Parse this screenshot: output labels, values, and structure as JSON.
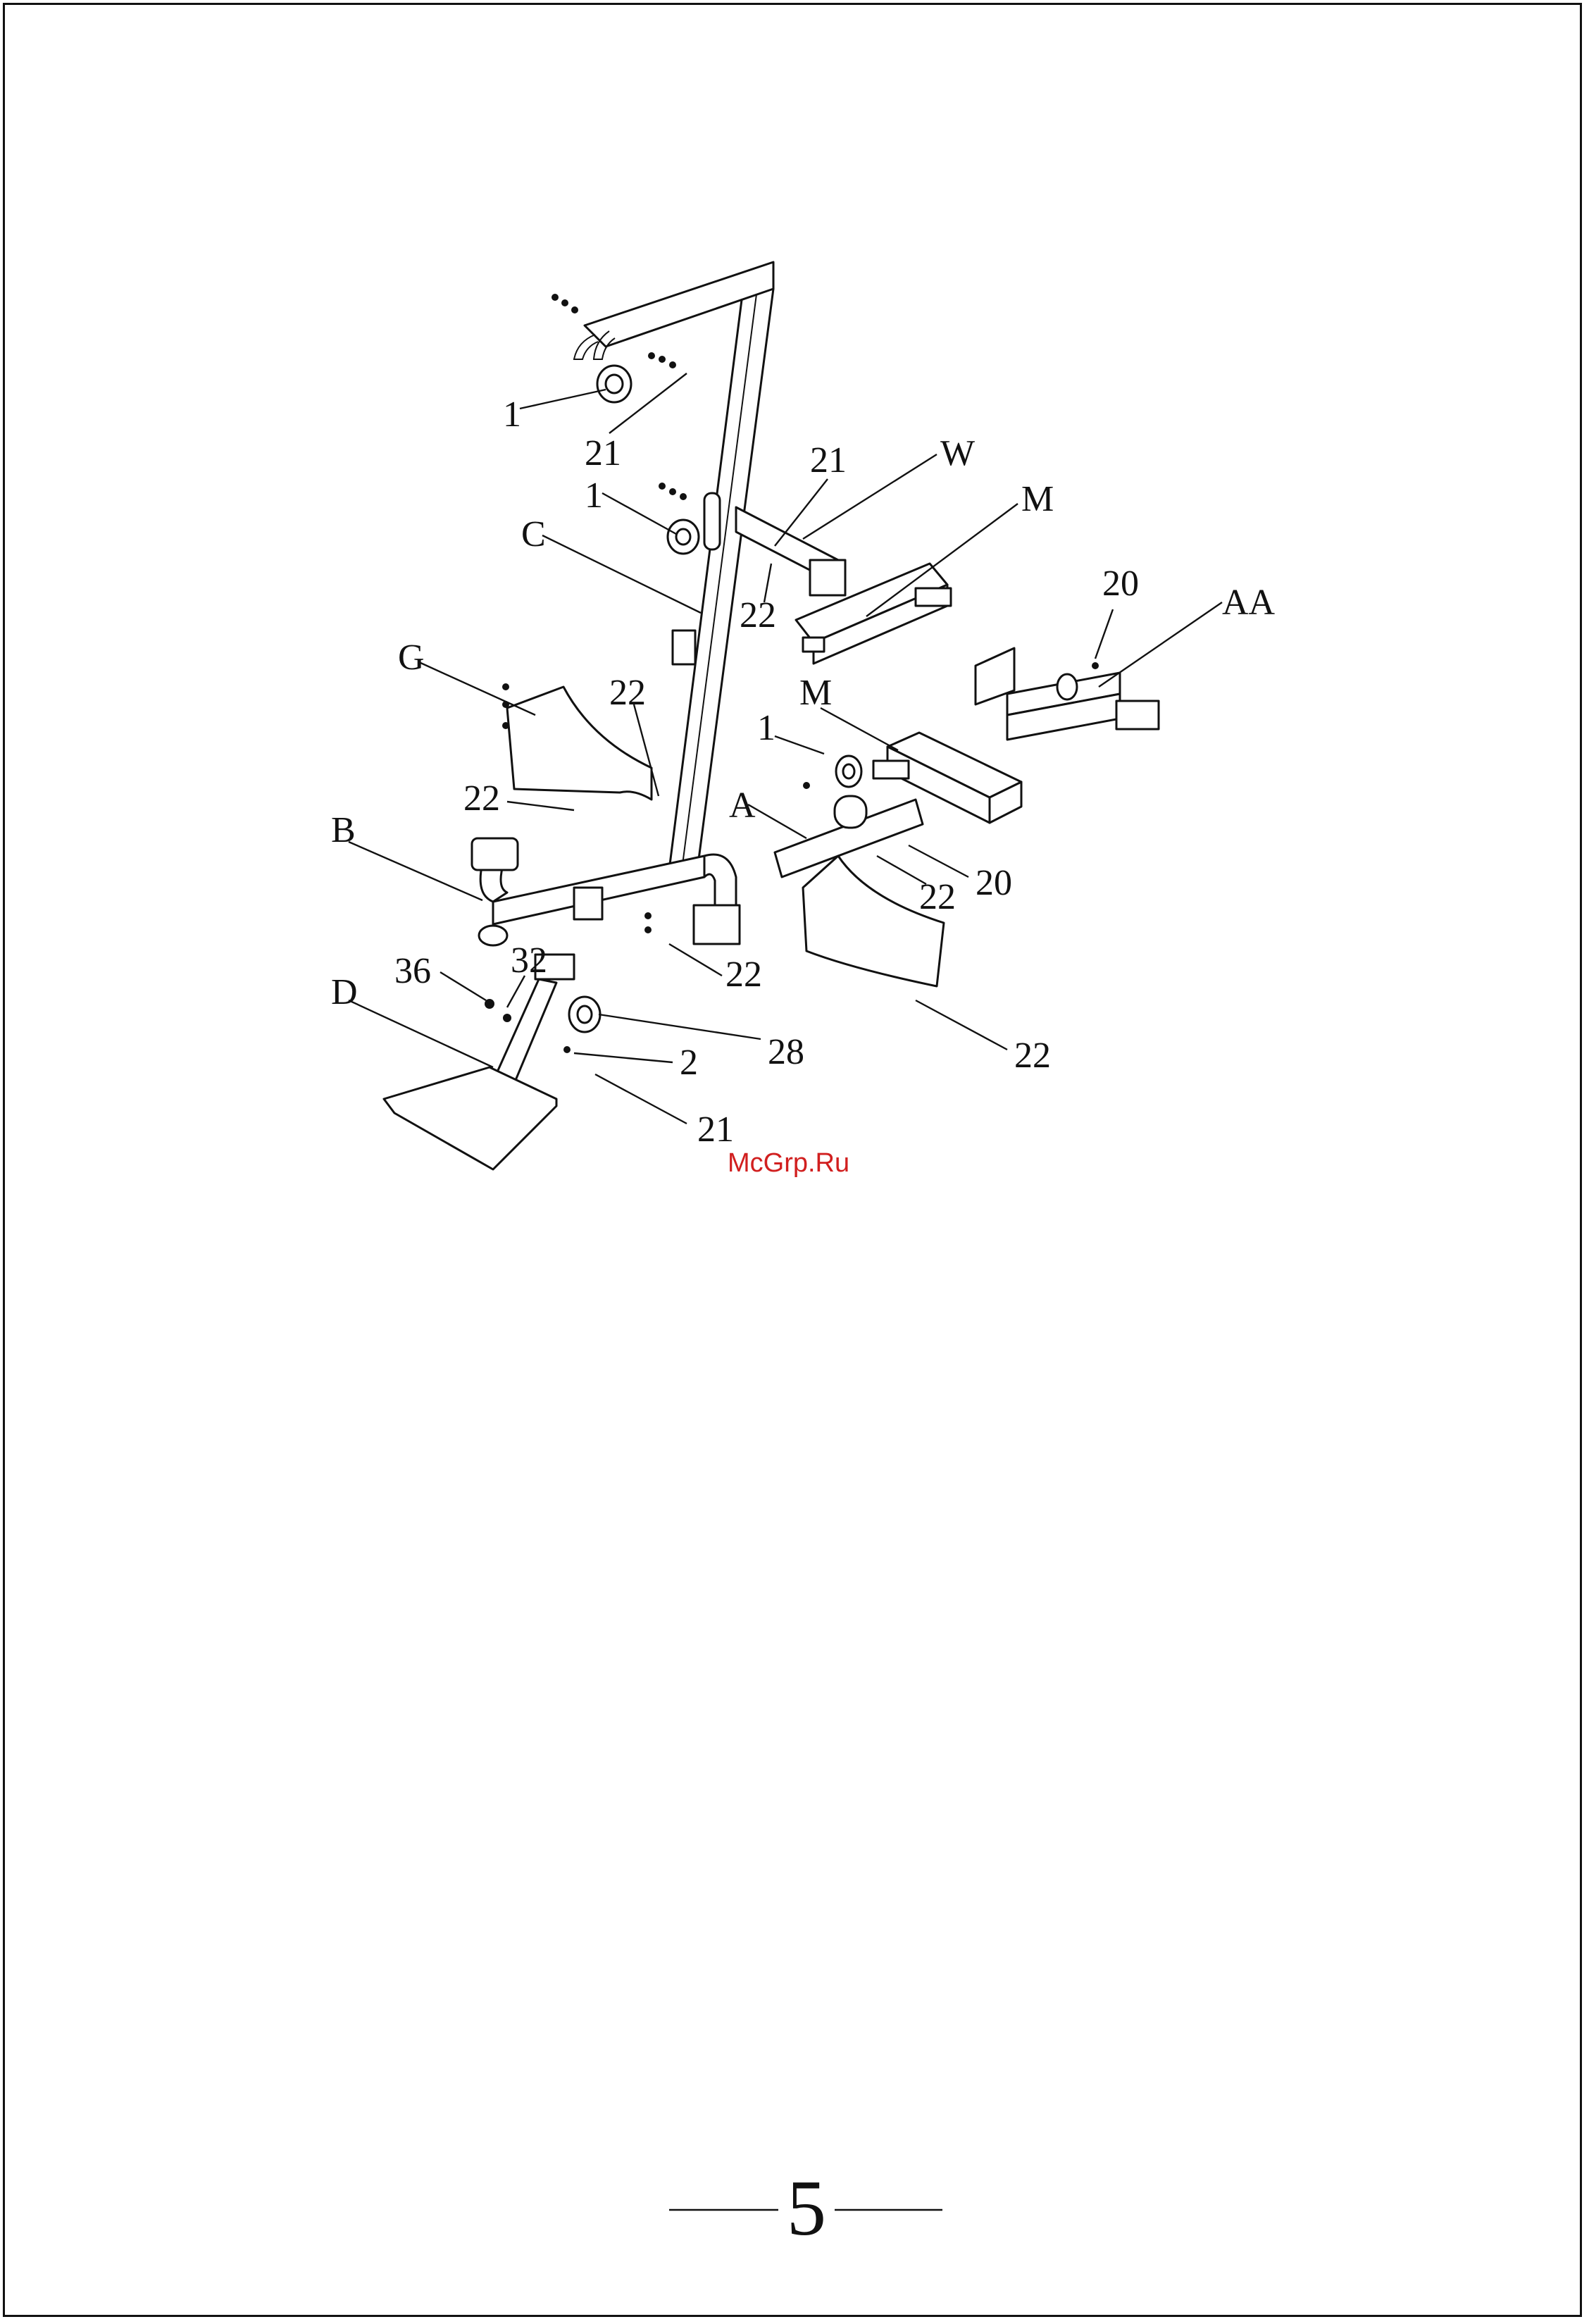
{
  "colors": {
    "ink": "#111111",
    "watermark": "#d11f1f",
    "paper": "#ffffff"
  },
  "callouts": {
    "c1_top": "1",
    "c21_top": "21",
    "c1_mid": "1",
    "c_C": "C",
    "c21_w": "21",
    "c_W": "W",
    "c22_w": "22",
    "c_M_top": "M",
    "c20_top": "20",
    "c_AA": "AA",
    "c_G": "G",
    "c22_g": "22",
    "c_M_mid": "M",
    "c1_right": "1",
    "c_A": "A",
    "c22_left": "22",
    "c_B": "B",
    "c22_a": "22",
    "c20_a": "20",
    "c22_base": "22",
    "c36": "36",
    "c32": "32",
    "c_D": "D",
    "c28": "28",
    "c2": "2",
    "c22_bottom": "22",
    "c21_bottom": "21"
  },
  "watermark": "McGrp.Ru",
  "page_number": "5"
}
